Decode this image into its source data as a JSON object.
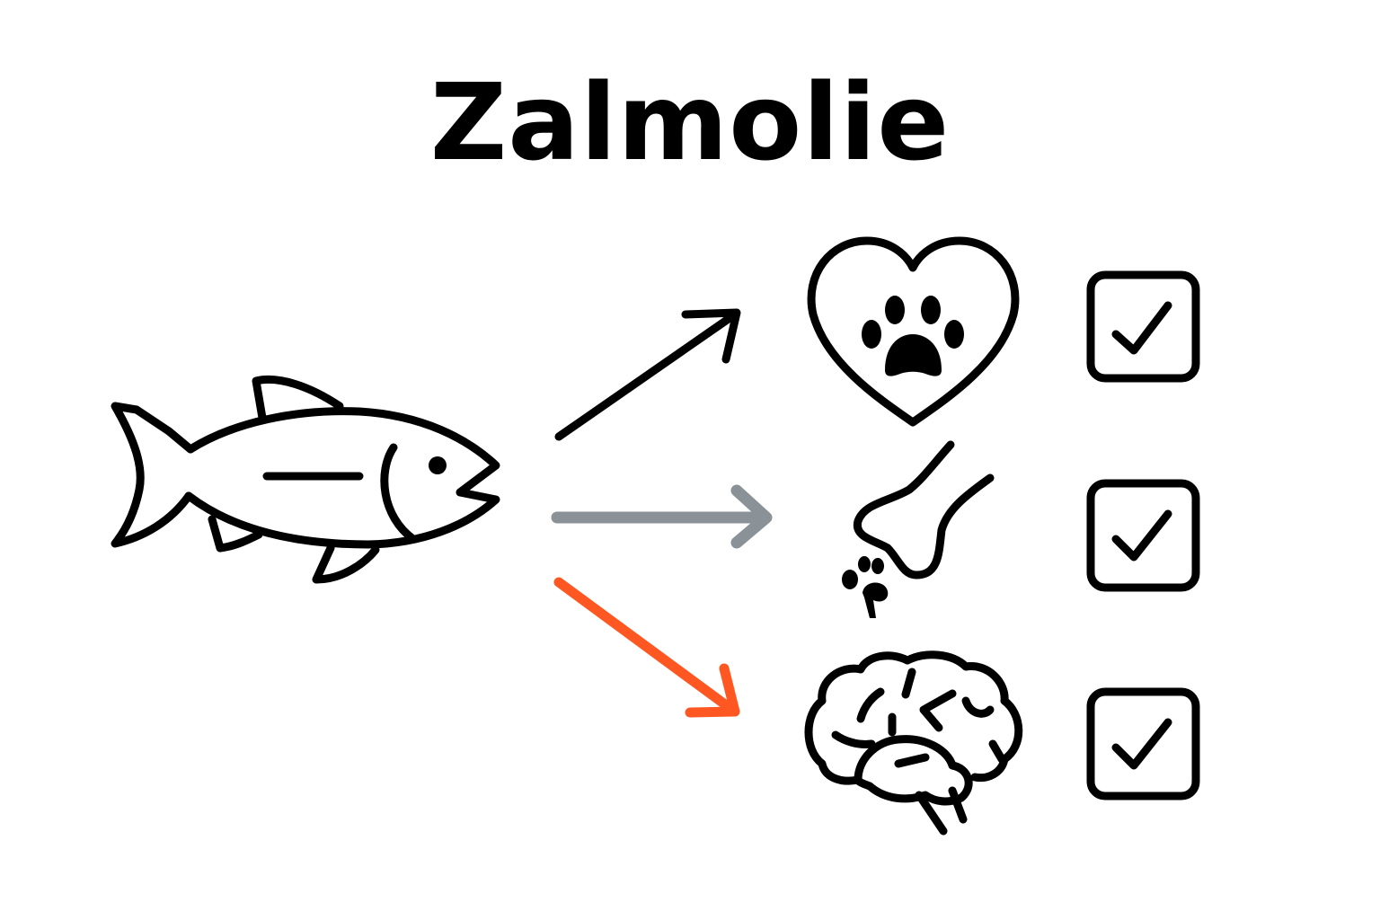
{
  "title": "Zalmolie",
  "source": {
    "icon": "fish-icon",
    "label": "salmon"
  },
  "arrows": [
    {
      "name": "arrow-up-right",
      "color": "#000000"
    },
    {
      "name": "arrow-right",
      "color": "#8a9298"
    },
    {
      "name": "arrow-down-right",
      "color": "#ff5722"
    }
  ],
  "benefits": [
    {
      "icon": "heart-paw-icon",
      "meaning": "heart health (pet)",
      "checked": true
    },
    {
      "icon": "joint-paw-icon",
      "meaning": "joint/leg health (pet)",
      "checked": true
    },
    {
      "icon": "brain-icon",
      "meaning": "brain function",
      "checked": true
    }
  ]
}
